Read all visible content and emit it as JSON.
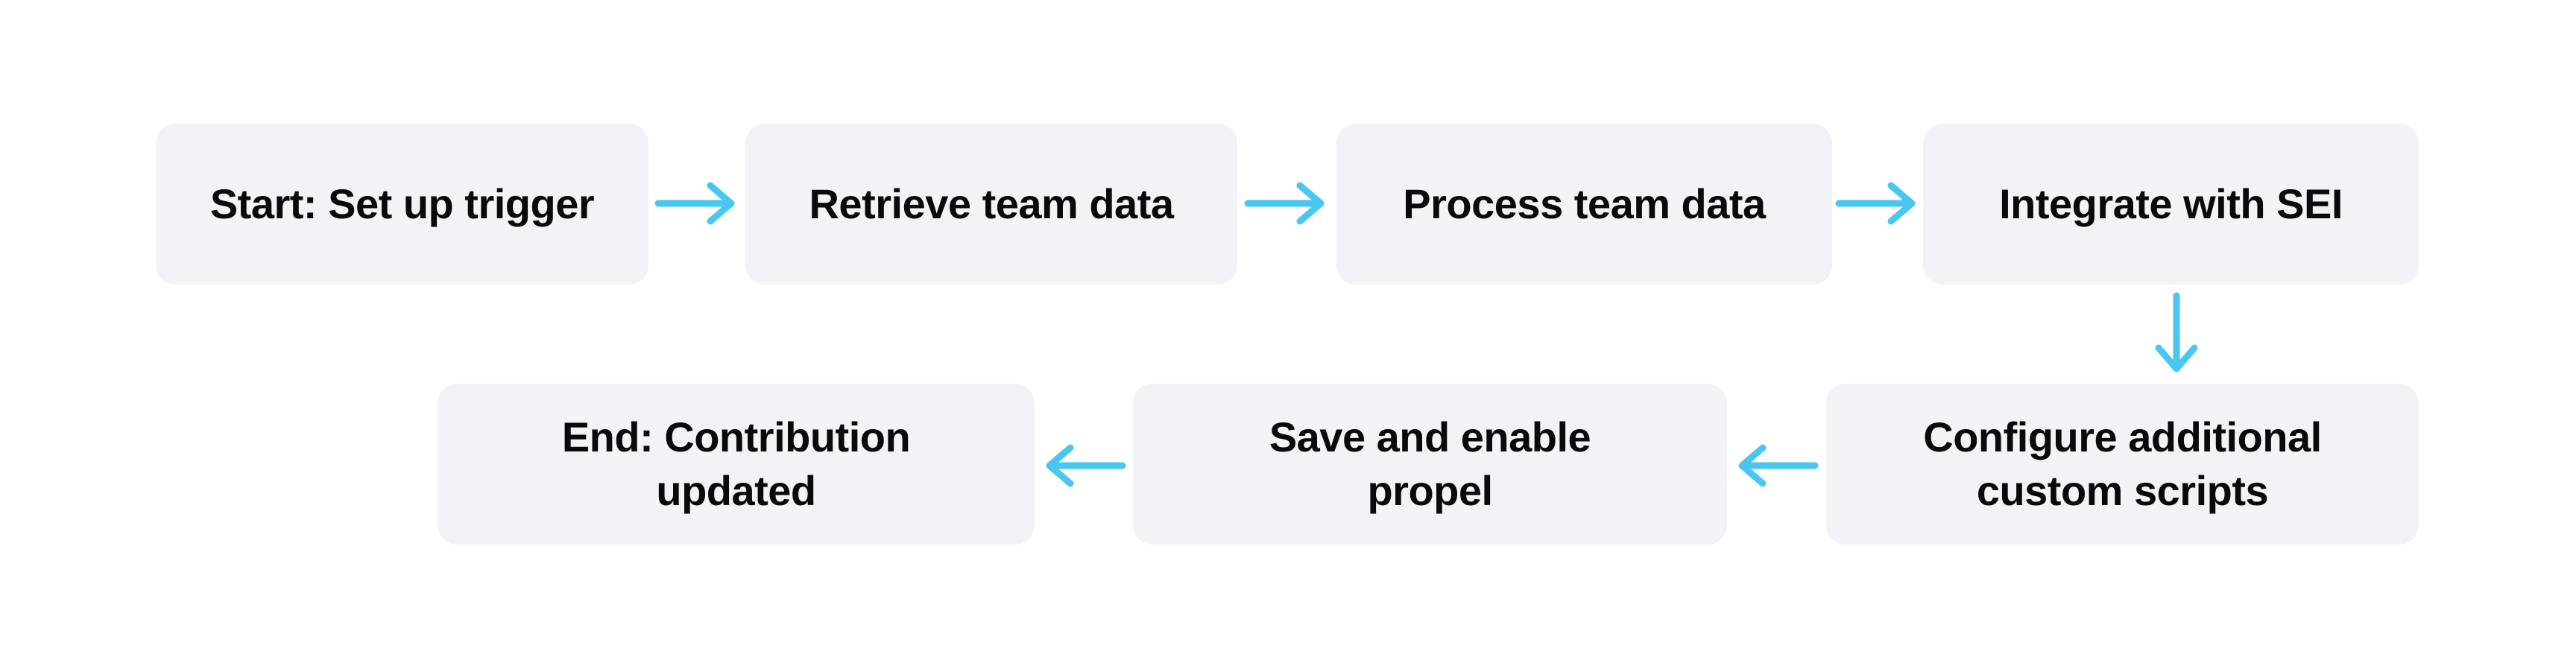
{
  "flowchart": {
    "background_color": "#ffffff",
    "node_fill_color": "#f2f3f7",
    "node_text_color": "#0a0a0c",
    "arrow_color": "#49c7f1",
    "nodes": [
      {
        "id": "start",
        "label": "Start: Set up trigger"
      },
      {
        "id": "retrieve",
        "label": "Retrieve team data"
      },
      {
        "id": "process",
        "label": "Process team data"
      },
      {
        "id": "integrate",
        "label": "Integrate with SEI"
      },
      {
        "id": "configure",
        "label": "Configure additional\ncustom scripts"
      },
      {
        "id": "save",
        "label": "Save and enable\npropel"
      },
      {
        "id": "end",
        "label": "End: Contribution\nupdated"
      }
    ],
    "edges": [
      {
        "from": "start",
        "to": "retrieve",
        "direction": "right"
      },
      {
        "from": "retrieve",
        "to": "process",
        "direction": "right"
      },
      {
        "from": "process",
        "to": "integrate",
        "direction": "right"
      },
      {
        "from": "integrate",
        "to": "configure",
        "direction": "down"
      },
      {
        "from": "configure",
        "to": "save",
        "direction": "left"
      },
      {
        "from": "save",
        "to": "end",
        "direction": "left"
      }
    ]
  }
}
